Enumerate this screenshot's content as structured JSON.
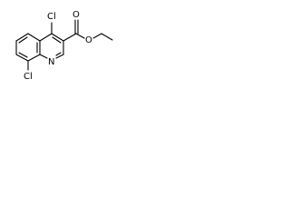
{
  "molecule": {
    "atoms": {
      "cl_top": "Cl",
      "cl_bottom": "Cl",
      "n_ring": "N",
      "o_carbonyl": "O",
      "o_ester": "O"
    }
  }
}
